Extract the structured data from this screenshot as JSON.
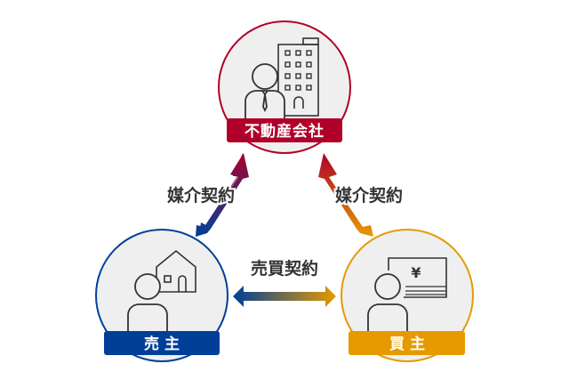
{
  "nodes": {
    "agency": {
      "label": "不動産会社",
      "color": "#b0002a"
    },
    "seller": {
      "label": "売 主",
      "color": "#003f98"
    },
    "buyer": {
      "label": "買 主",
      "color": "#e59a00"
    }
  },
  "edges": {
    "seller_agency": {
      "label": "媒介契約"
    },
    "buyer_agency": {
      "label": "媒介契約"
    },
    "seller_buyer": {
      "label": "売買契約"
    }
  },
  "icons": {
    "yen": "¥"
  }
}
